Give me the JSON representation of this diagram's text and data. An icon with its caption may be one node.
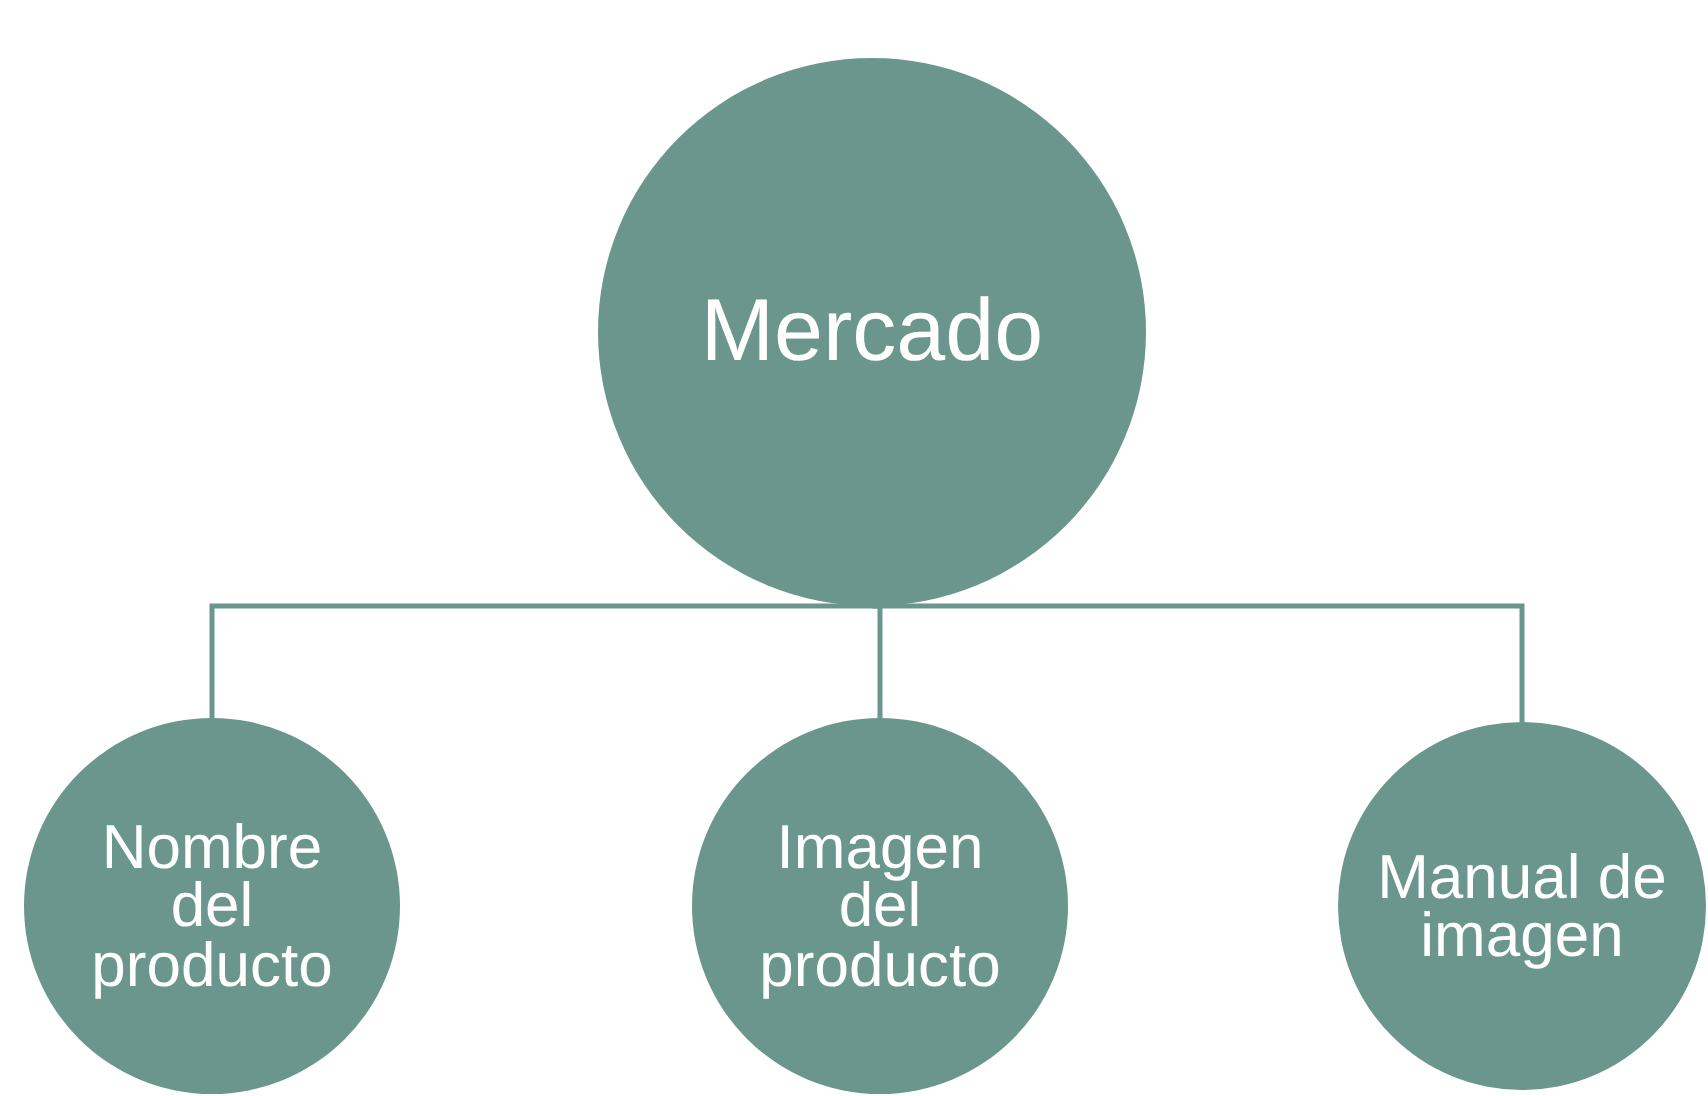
{
  "diagram": {
    "nodes": [
      {
        "text": [
          "Mercado"
        ]
      },
      {
        "text": [
          "Nombre del producto"
        ]
      },
      {
        "text": [
          "Imagen del producto"
        ]
      },
      {
        "text": [
          "Manual de imagen"
        ]
      }
    ],
    "edges": [
      {
        "from": 0,
        "to": 1,
        "arrow": "none"
      },
      {
        "from": 0,
        "to": 2,
        "arrow": "none"
      },
      {
        "from": 0,
        "to": 3,
        "arrow": "none"
      }
    ]
  }
}
